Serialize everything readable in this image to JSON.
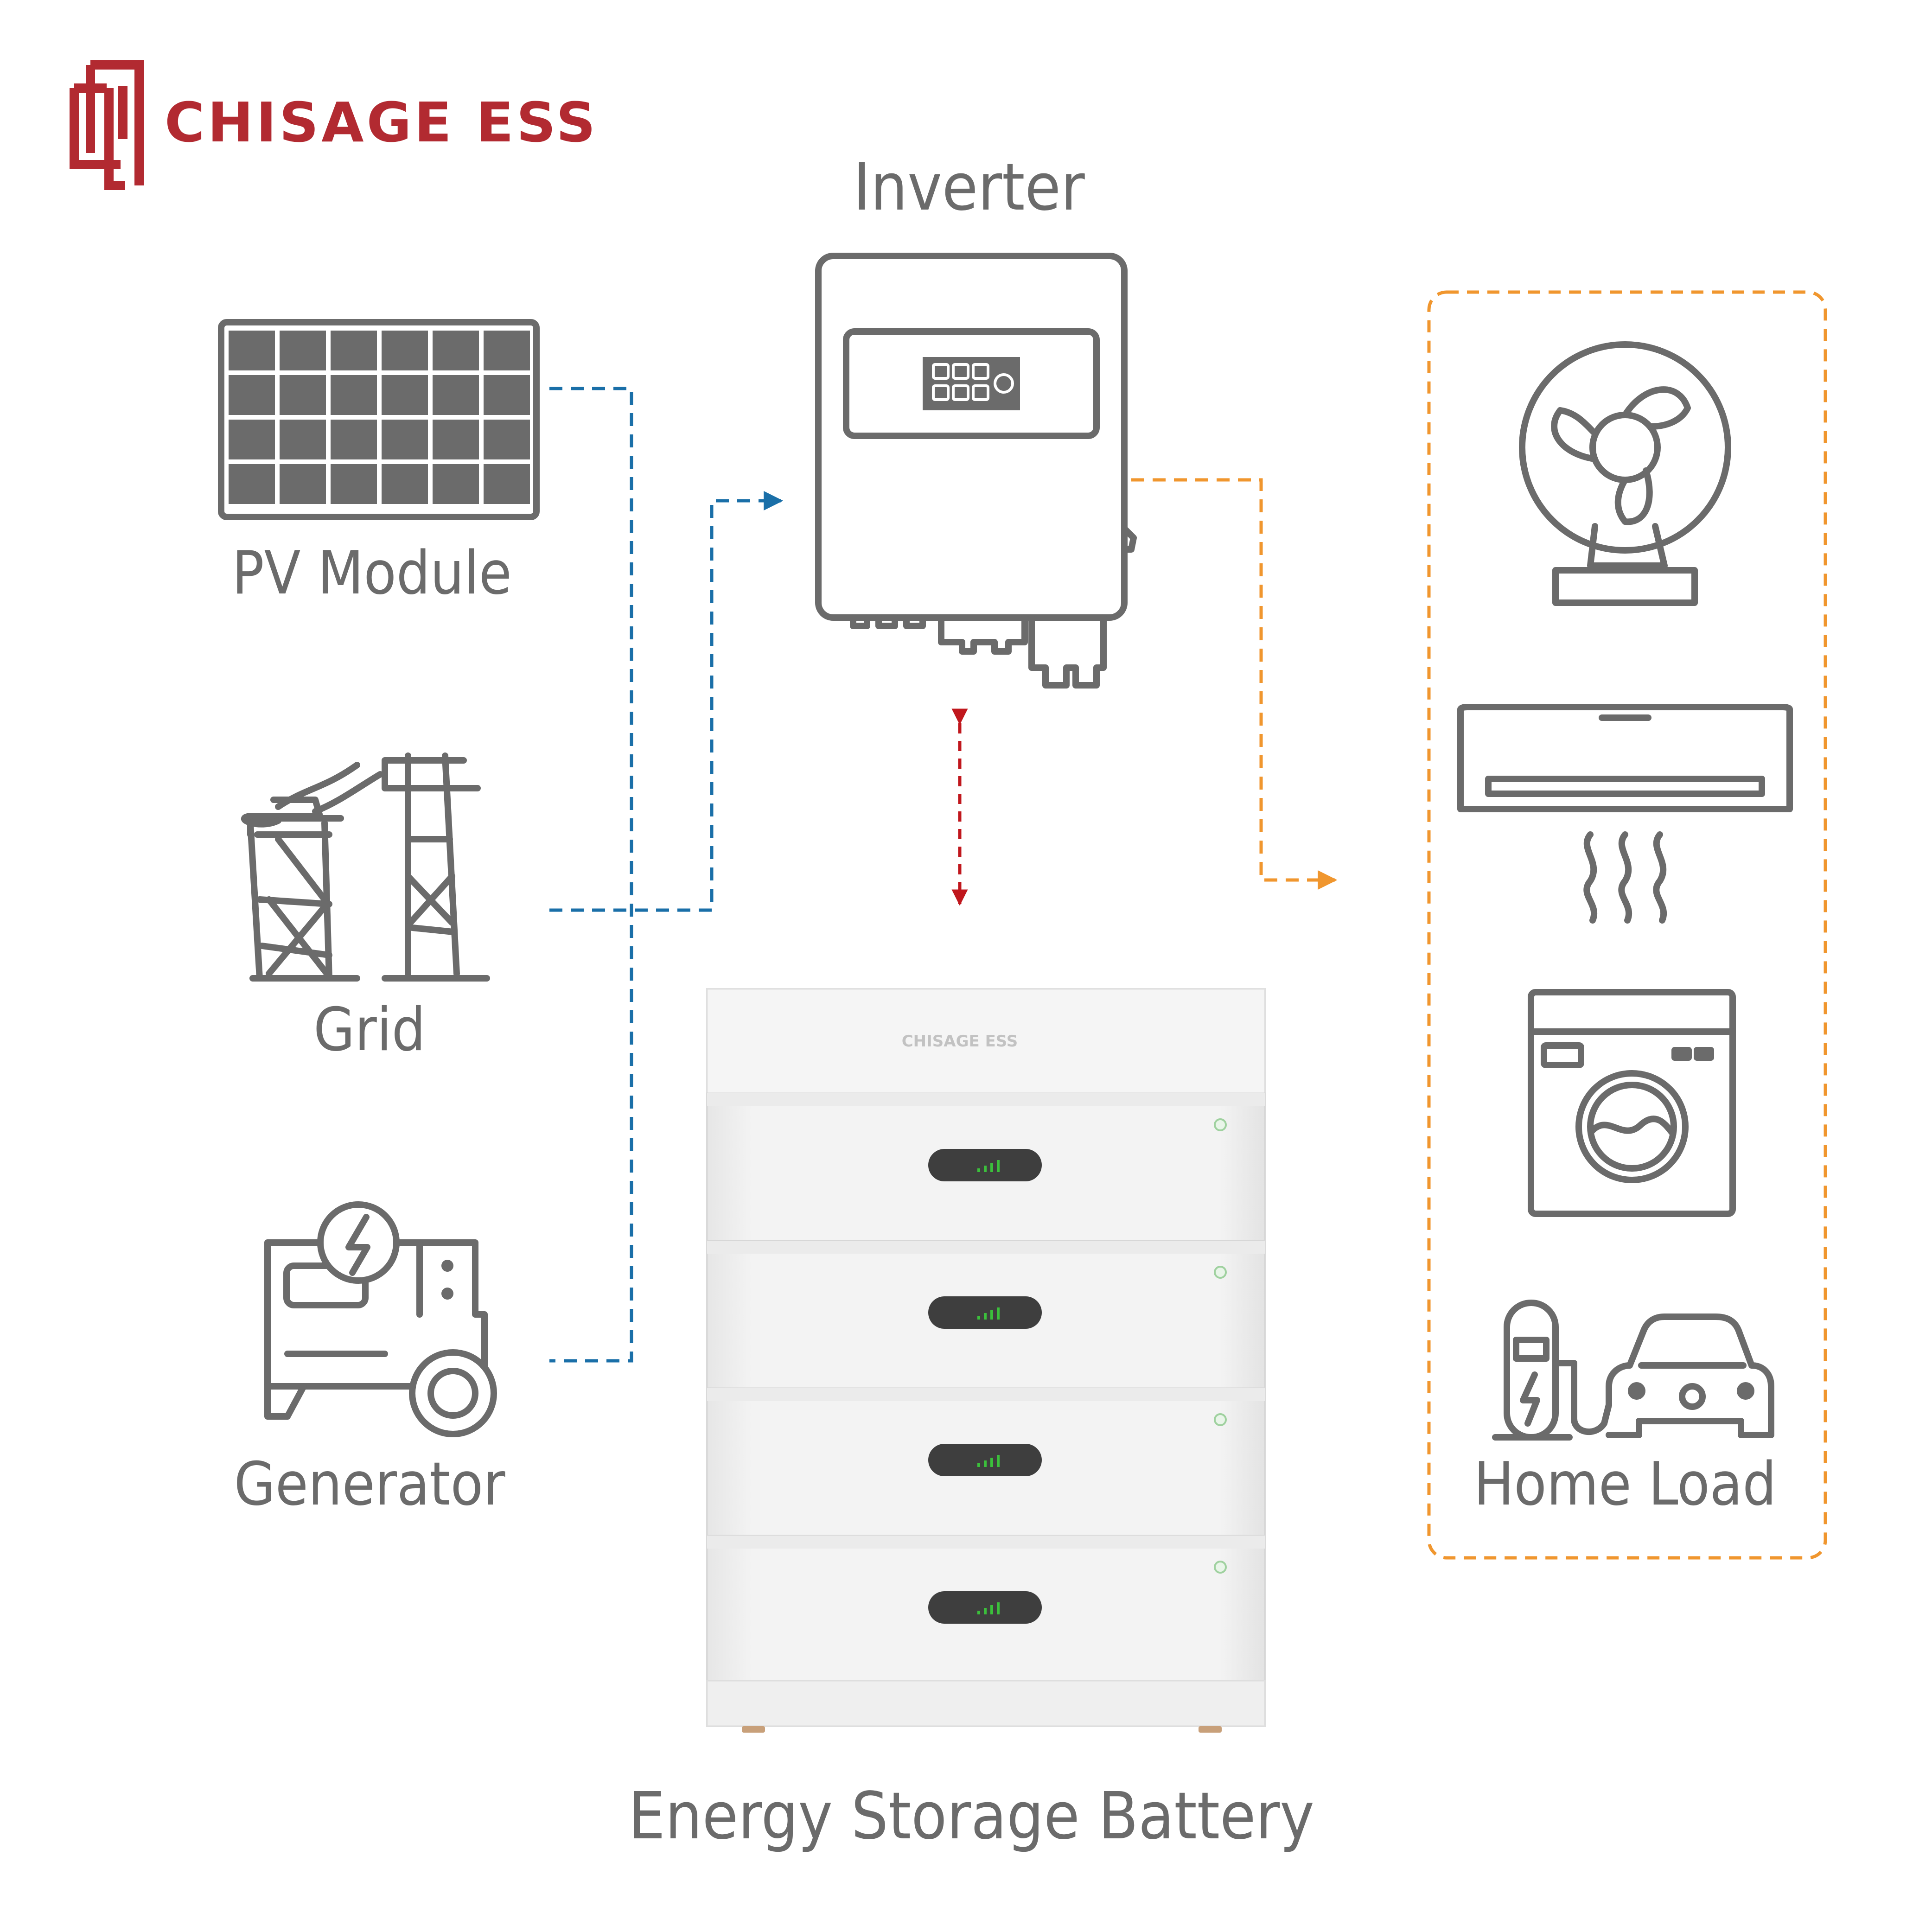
{
  "brand": {
    "name": "CHISAGE ESS",
    "color": "#b22a31",
    "battery_badge": "CHISAGE ESS"
  },
  "nodes": {
    "inverter": {
      "label": "Inverter",
      "icon": "inverter-icon"
    },
    "pv_module": {
      "label": "PV Module",
      "icon": "solar-panel-icon"
    },
    "grid": {
      "label": "Grid",
      "icon": "power-tower-icon"
    },
    "generator": {
      "label": "Generator",
      "icon": "generator-icon"
    },
    "battery": {
      "label": "Energy Storage Battery",
      "icon": "battery-stack-icon",
      "modules": 4
    },
    "home_load": {
      "label": "Home Load",
      "items": [
        "fan-icon",
        "air-conditioner-icon",
        "washing-machine-icon",
        "ev-charger-icon"
      ]
    }
  },
  "flows": [
    {
      "from": "PV Module",
      "to": "Inverter",
      "color": "#1a6fa8",
      "style": "dashed"
    },
    {
      "from": "Grid",
      "to": "Inverter",
      "color": "#1a6fa8",
      "style": "dashed"
    },
    {
      "from": "Generator",
      "to": "Inverter",
      "color": "#1a6fa8",
      "style": "dashed"
    },
    {
      "from": "Inverter",
      "to": "Energy Storage Battery",
      "color": "#c0171d",
      "style": "dashed",
      "bidirectional": true
    },
    {
      "from": "Inverter",
      "to": "Home Load",
      "color": "#f0962e",
      "style": "dashed"
    }
  ],
  "colors": {
    "icon_gray": "#6b6b6b",
    "pv_flow": "#1a6fa8",
    "battery_flow": "#c0171d",
    "load_flow": "#f0962e",
    "battery_led": "#3bbf3b"
  }
}
